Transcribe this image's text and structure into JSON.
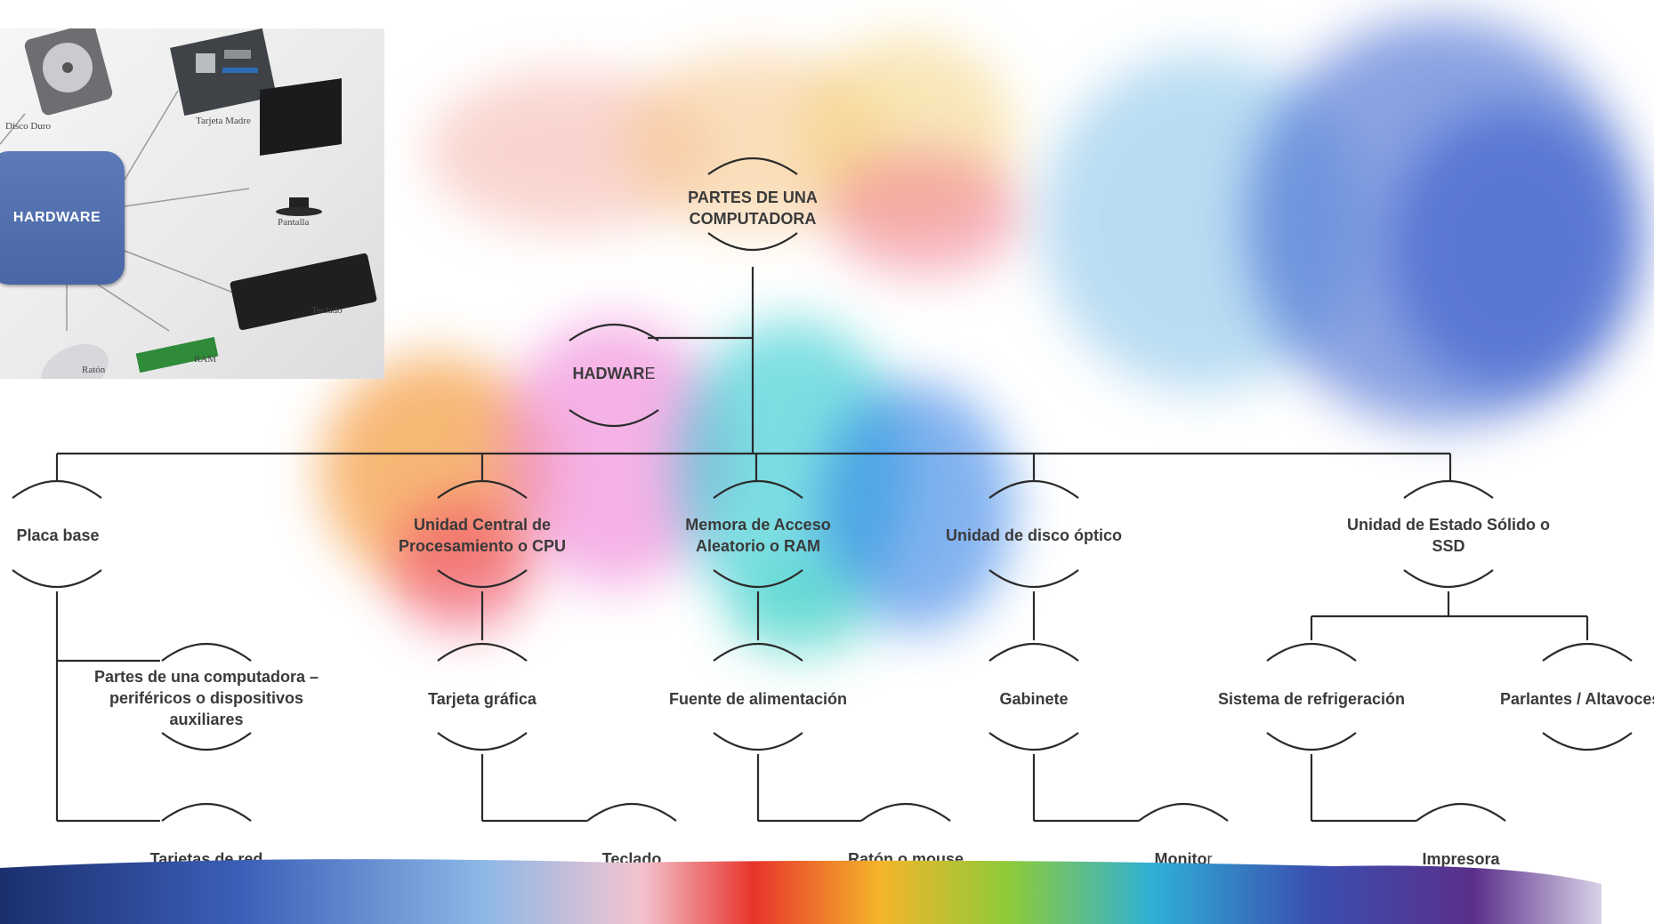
{
  "inset": {
    "hub": "HARDWARE",
    "captions": [
      "Disco Duro",
      "Tarjeta Madre",
      "Pantalla",
      "Teclado",
      "RAM",
      "Ratón"
    ]
  },
  "root": "PARTES DE UNA COMPUTADORA",
  "hardware": {
    "main": "HADWAR",
    "tail": "E"
  },
  "level1": [
    "Placa base",
    "Unidad Central de Procesamiento o CPU",
    "Memora de Acceso Aleatorio o RAM",
    "Unidad de disco óptico",
    "Unidad de Estado Sólido o SSD"
  ],
  "level2": [
    "Partes de una computadora – periféricos o dispositivos auxiliares",
    "Tarjeta gráfica",
    "Fuente de alimentación",
    "Gabinete",
    "Sistema de refrigeración",
    "Parlantes / Altavoces"
  ],
  "level3": [
    "Tarjetas de red",
    "Teclado",
    "Ratón o mouse",
    {
      "main": "Monito",
      "tail": "r"
    },
    "Impresora"
  ],
  "colors": {
    "line": "#2b2b2b",
    "text": "#3a3a3a",
    "hub": "#4f6cab"
  }
}
